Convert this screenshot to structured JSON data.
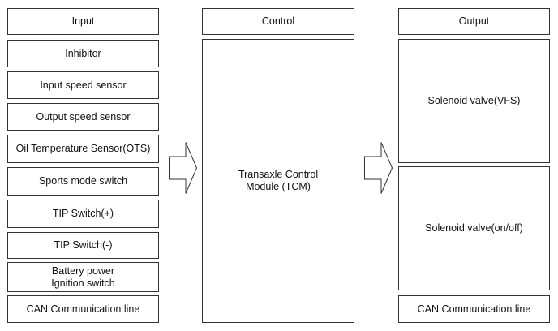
{
  "columns": {
    "input": {
      "header": "Input",
      "items": [
        "Inhibitor",
        "Input speed sensor",
        "Output speed sensor",
        "Oil Temperature Sensor(OTS)",
        "Sports mode switch",
        "TIP Switch(+)",
        "TIP Switch(-)",
        [
          "Battery power",
          "Ignition switch"
        ],
        "CAN Communication line"
      ]
    },
    "control": {
      "header": "Control",
      "module": [
        "Transaxle Control",
        "Module (TCM)"
      ]
    },
    "output": {
      "header": "Output",
      "items": [
        "Solenoid valve(VFS)",
        "Solenoid valve(on/off)",
        "CAN Communication line"
      ]
    }
  },
  "colors": {
    "border": "#333333",
    "background": "#ffffff",
    "text": "#111111"
  }
}
